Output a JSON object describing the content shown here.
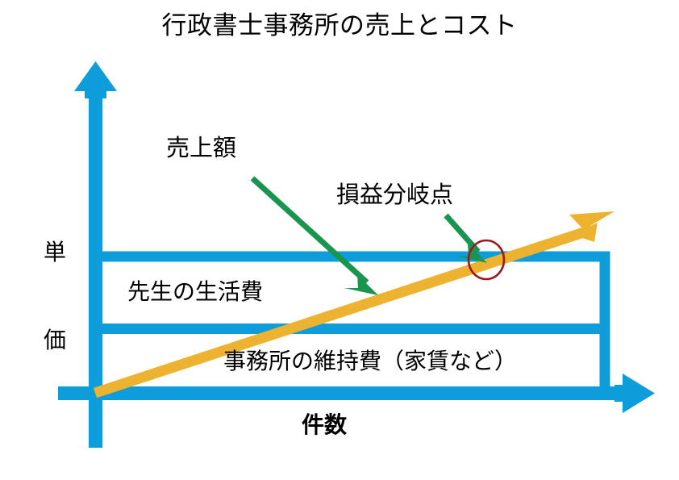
{
  "title": "行政書士事務所の売上とコスト",
  "axes": {
    "y_label_line1": "単",
    "y_label_line2": "価",
    "x_label": "件数"
  },
  "annotations": {
    "revenue_label": "売上額",
    "breakeven_label": "損益分岐点"
  },
  "cost_boxes": [
    {
      "label": "先生の生活費"
    },
    {
      "label": "事務所の維持費（家賃など）"
    }
  ],
  "colors": {
    "axis_blue": "#0D9DDB",
    "revenue_orange": "#EDB230",
    "annotation_green": "#1A9550",
    "breakeven_circle_red": "#9C1A1A",
    "background": "#FFFFFF",
    "text": "#000000"
  },
  "chart_data": {
    "type": "line",
    "title": "行政書士事務所の売上とコスト",
    "xlabel": "件数",
    "ylabel": "単価",
    "grid": false,
    "legend": "none",
    "xlim": [
      0,
      100
    ],
    "ylim": [
      0,
      100
    ],
    "series": [
      {
        "name": "売上額",
        "type": "line",
        "color": "#EDB230",
        "x": [
          0,
          100
        ],
        "y": [
          0,
          76
        ]
      },
      {
        "name": "事務所の維持費（家賃など）",
        "type": "area",
        "color": "#0D9DDB",
        "y_from": 0,
        "y_to": 28
      },
      {
        "name": "先生の生活費",
        "type": "area",
        "color": "#0D9DDB",
        "y_from": 28,
        "y_to": 53
      }
    ],
    "annotations": [
      {
        "label": "売上額",
        "x": 38,
        "y": 88,
        "points_to_x": 45,
        "points_to_y": 40
      },
      {
        "label": "損益分岐点",
        "x": 70,
        "y": 72,
        "points_to_x": 70,
        "points_to_y": 53
      },
      {
        "label": "損益分岐点マーカー",
        "marker": "circle",
        "x": 70,
        "y": 53
      }
    ]
  }
}
